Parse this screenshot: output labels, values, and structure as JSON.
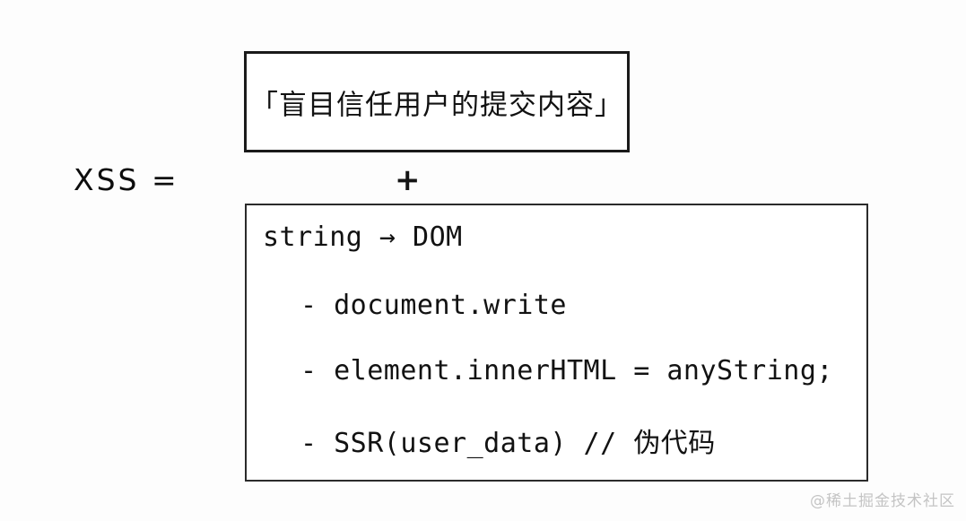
{
  "diagram": {
    "equation_label": "XSS =",
    "operator": "+",
    "trust_box": {
      "text": "「盲目信任用户的提交内容」"
    },
    "sink_box": {
      "heading": "string → DOM",
      "items": [
        "- document.write",
        "- element.innerHTML = anyString;",
        "- SSR(user_data) // 伪代码"
      ]
    }
  },
  "watermark": "@稀土掘金技术社区",
  "colors": {
    "background": "#fdfdfd",
    "ink": "#121212",
    "ghost_border": "#9a9a9a",
    "watermark": "#c4c4c4"
  }
}
